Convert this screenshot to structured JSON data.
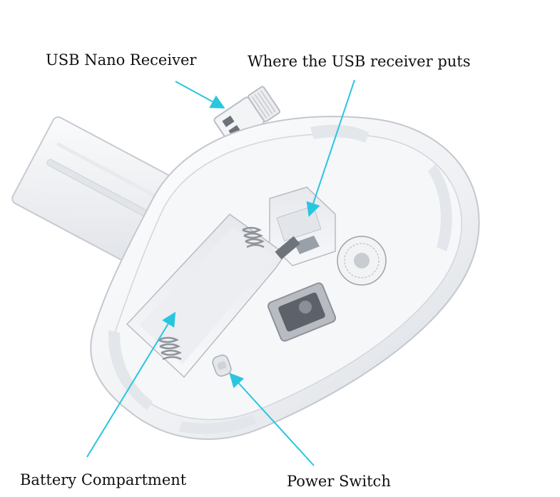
{
  "labels": {
    "usb_nano_receiver": "USB Nano Receiver",
    "usb_receiver_slot": "Where the USB receiver puts",
    "battery_compartment": "Battery Compartment",
    "power_switch": "Power Switch"
  },
  "colors": {
    "arrow": "#29c6df",
    "text": "#111111",
    "shell": "#f4f5f7",
    "shadow": "#c9ccd2",
    "background": "#ffffff"
  },
  "icons": {
    "usb_receiver": "usb-dongle-icon",
    "mouse": "wireless-mouse-underside-icon",
    "battery_cover": "battery-cover-icon",
    "spring": "battery-spring-icon"
  }
}
